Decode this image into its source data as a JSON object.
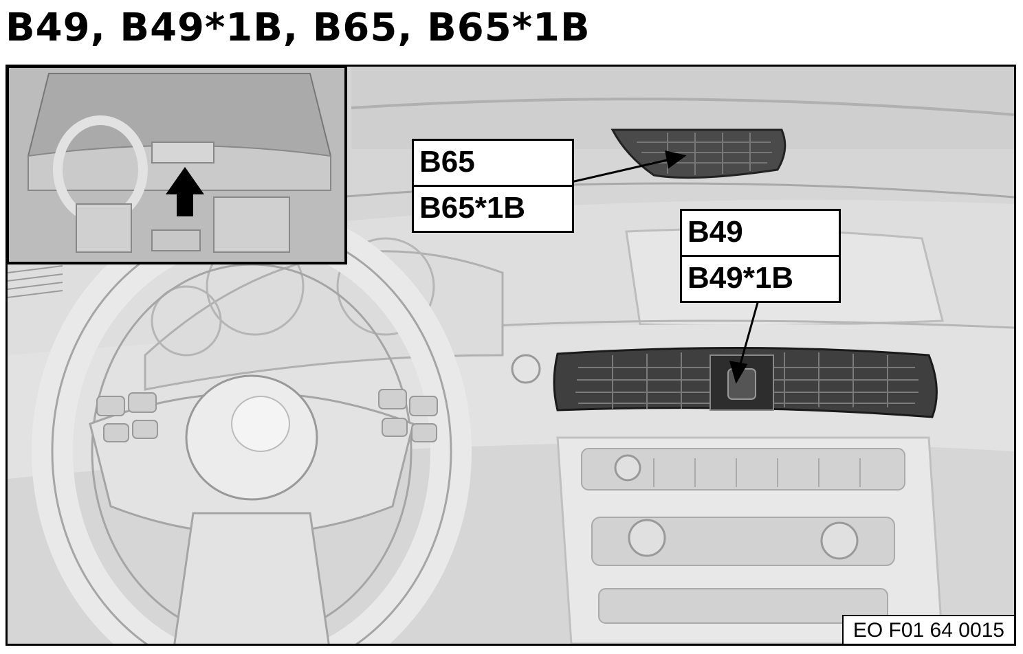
{
  "title": "B49, B49*1B, B65, B65*1B",
  "callouts": {
    "b65": {
      "line1": "B65",
      "line2": "B65*1B"
    },
    "b49": {
      "line1": "B49",
      "line2": "B49*1B"
    }
  },
  "figure_id": "EO F01 64 0015",
  "colors": {
    "line": "#000000",
    "background": "#d9d9d9",
    "label_bg": "#ffffff"
  },
  "icons": [
    "steering-wheel",
    "dashboard-vent",
    "location-arrow",
    "instrument-cluster",
    "control-panel"
  ]
}
